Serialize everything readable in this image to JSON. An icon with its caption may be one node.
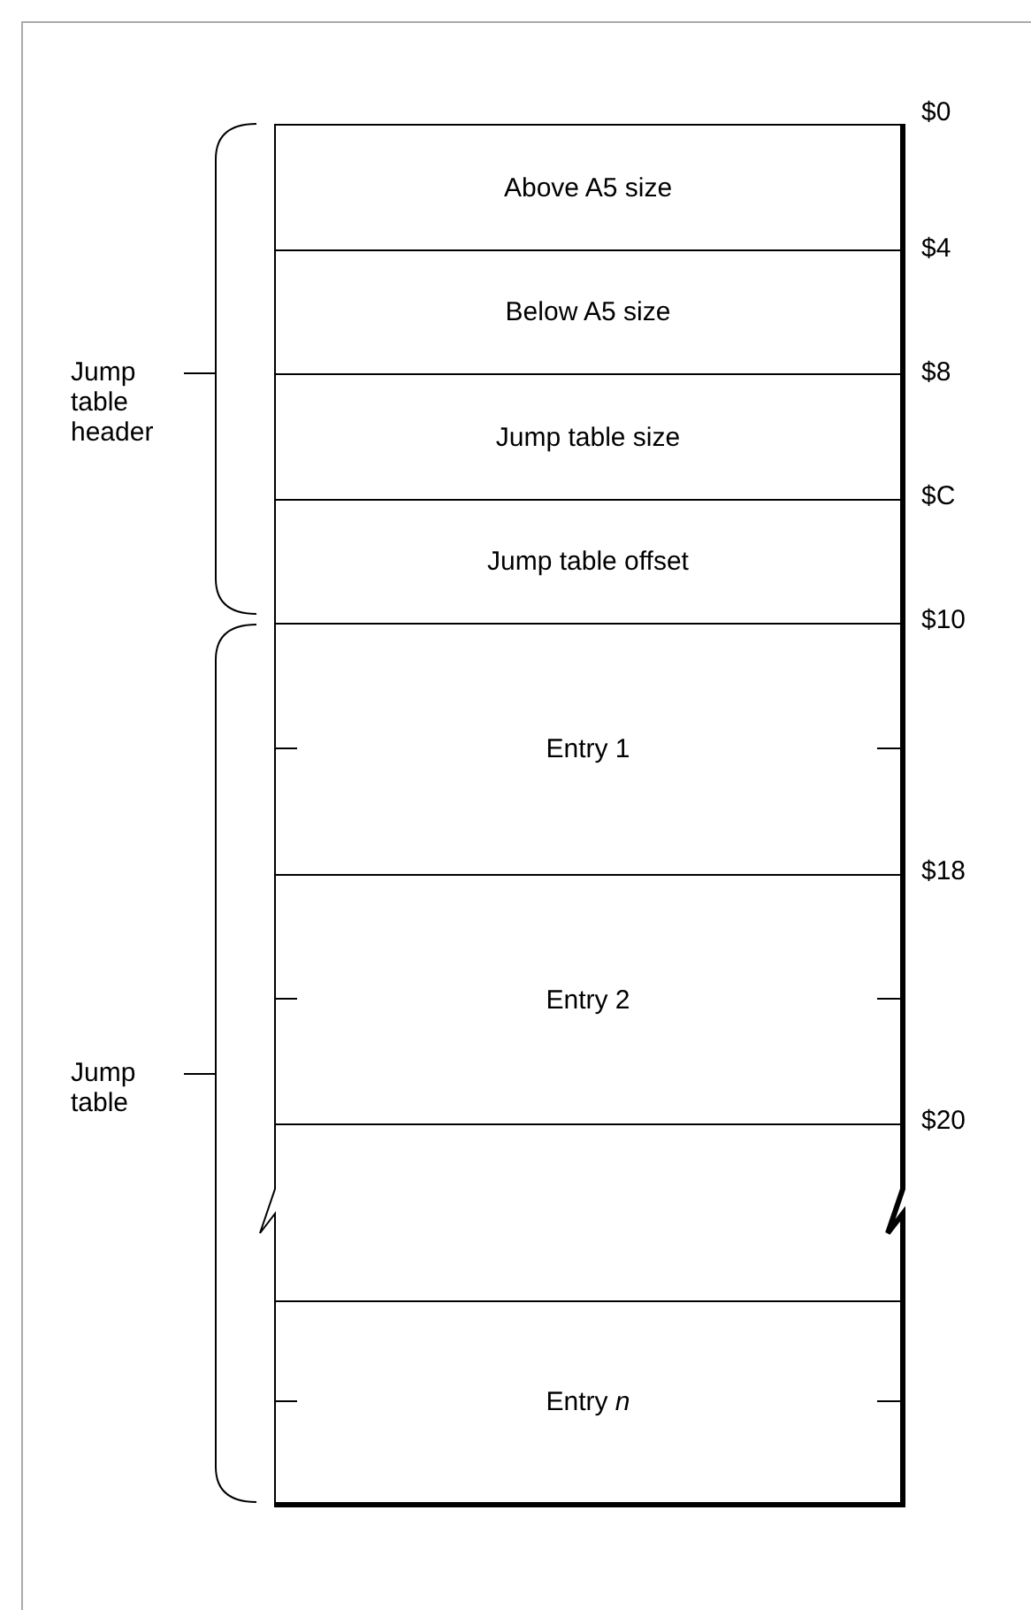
{
  "diagram": {
    "nodes": [
      {
        "text": [
          "Above A5 size"
        ]
      },
      {
        "text": [
          "Below A5 size"
        ]
      },
      {
        "text": [
          "Jump table size"
        ]
      },
      {
        "text": [
          "Jump table offset"
        ]
      },
      {
        "text": [
          "Entry 1"
        ]
      },
      {
        "text": [
          "Entry 2"
        ]
      },
      {
        "text": [
          "Entry *n*"
        ]
      }
    ],
    "edges": [],
    "labels": [
      "$0",
      "$4",
      "$8",
      "$C",
      "$10",
      "$18",
      "$20",
      "Jump table header",
      "Jump table"
    ]
  }
}
